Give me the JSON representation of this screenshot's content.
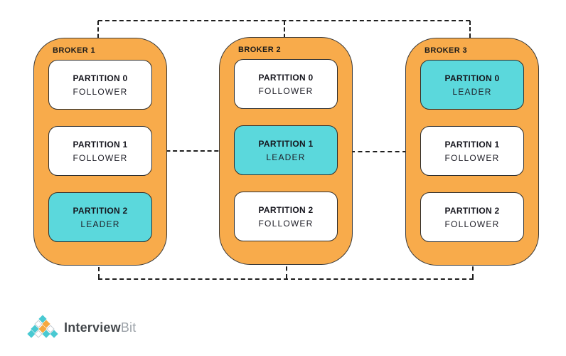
{
  "brokers": [
    {
      "name": "BROKER 1",
      "partitions": [
        {
          "label": "PARTITION 0",
          "role": "FOLLOWER"
        },
        {
          "label": "PARTITION 1",
          "role": "FOLLOWER"
        },
        {
          "label": "PARTITION 2",
          "role": "LEADER"
        }
      ]
    },
    {
      "name": "BROKER 2",
      "partitions": [
        {
          "label": "PARTITION 0",
          "role": "FOLLOWER"
        },
        {
          "label": "PARTITION 1",
          "role": "LEADER"
        },
        {
          "label": "PARTITION 2",
          "role": "FOLLOWER"
        }
      ]
    },
    {
      "name": "BROKER 3",
      "partitions": [
        {
          "label": "PARTITION 0",
          "role": "LEADER"
        },
        {
          "label": "PARTITION 1",
          "role": "FOLLOWER"
        },
        {
          "label": "PARTITION 2",
          "role": "FOLLOWER"
        }
      ]
    }
  ],
  "replication_flows": [
    {
      "partition": "PARTITION 0",
      "leader_broker": "BROKER 3",
      "follower_brokers": [
        "BROKER 1",
        "BROKER 2"
      ]
    },
    {
      "partition": "PARTITION 1",
      "leader_broker": "BROKER 2",
      "follower_brokers": [
        "BROKER 1",
        "BROKER 3"
      ]
    },
    {
      "partition": "PARTITION 2",
      "leader_broker": "BROKER 1",
      "follower_brokers": [
        "BROKER 2",
        "BROKER 3"
      ]
    }
  ],
  "colors": {
    "broker_fill": "#F8AB4B",
    "leader_fill": "#5BD8DC",
    "follower_fill": "#FFFFFF",
    "connector_line": "#1E1E1E"
  },
  "logo": {
    "brand_bold": "Interview",
    "brand_light": "Bit"
  }
}
